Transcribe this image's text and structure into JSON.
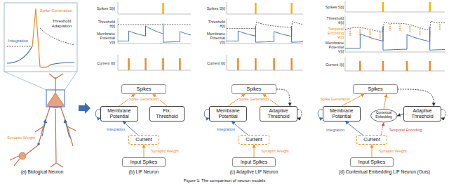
{
  "diagram": {
    "caption": "Figure 1: The comparison of neuron models",
    "nodes": [
      {
        "text": [
          "Spikes"
        ]
      },
      {
        "text": [
          "Membrane Potential"
        ]
      },
      {
        "text": [
          "Fix. Threshold"
        ]
      },
      {
        "text": [
          "Current"
        ]
      },
      {
        "text": [
          "Input Spikes"
        ]
      },
      {
        "text": [
          "Spikes"
        ]
      },
      {
        "text": [
          "Membrane Potential"
        ]
      },
      {
        "text": [
          "Adaptive Threshold"
        ]
      },
      {
        "text": [
          "Current"
        ]
      },
      {
        "text": [
          "Input Spikes"
        ]
      },
      {
        "text": [
          "Spikes"
        ]
      },
      {
        "text": [
          "Membrane Potential"
        ]
      },
      {
        "text": [
          "Contextual Embedding"
        ]
      },
      {
        "text": [
          "Adaptive Threshold"
        ]
      },
      {
        "text": [
          "Current"
        ]
      },
      {
        "text": [
          "Input Spikes"
        ]
      }
    ],
    "edges": [
      {
        "from": 1,
        "to": 0,
        "arrow": "to"
      },
      {
        "from": 2,
        "to": 0,
        "arrow": "to"
      },
      {
        "from": 3,
        "to": 1,
        "arrow": "to"
      },
      {
        "from": 4,
        "to": 3,
        "arrow": "to"
      },
      {
        "from": 6,
        "to": 5,
        "arrow": "to"
      },
      {
        "from": 7,
        "to": 5,
        "arrow": "to"
      },
      {
        "from": 8,
        "to": 6,
        "arrow": "to"
      },
      {
        "from": 9,
        "to": 8,
        "arrow": "to"
      },
      {
        "from": 5,
        "to": 7,
        "arrow": "to"
      },
      {
        "from": 11,
        "to": 10,
        "arrow": "to"
      },
      {
        "from": 12,
        "to": 10,
        "arrow": "to"
      },
      {
        "from": 13,
        "to": 12,
        "arrow": "to"
      },
      {
        "from": 14,
        "to": 11,
        "arrow": "to"
      },
      {
        "from": 15,
        "to": 14,
        "arrow": "to"
      },
      {
        "from": 14,
        "to": 12,
        "arrow": "to"
      },
      {
        "from": 10,
        "to": 13,
        "arrow": "to"
      }
    ],
    "labels": [
      "Spike Generation",
      "Threshold Adaptation",
      "Integration",
      "Synaptic Weight",
      "(a) Biological Neuron",
      "Spikes S[t]",
      "Threshold θ[t]",
      "Membrane Potential V[t]",
      "Current I[t]",
      "Spike Generation",
      "Integration",
      "Synaptic Weight",
      "(b) LIF Neuron",
      "Spikes S[t]",
      "Threshold θ[t]",
      "Membrane Potential V[t]",
      "Current I[t]",
      "Spike Generation",
      "Integration",
      "Synaptic Weight",
      "(c) Adaptive LIF Neuron",
      "Spikes S[t]",
      "Threshold θ[t]",
      "Temporal Encoding Ψ[t]",
      "Membrane Potential V[t]",
      "Current I[t]",
      "Spike Generation",
      "Integration",
      "Temporal Encoding",
      "Synaptic Weight",
      "(d) Contextual Embedding LIF Neuron (Ours)"
    ]
  }
}
